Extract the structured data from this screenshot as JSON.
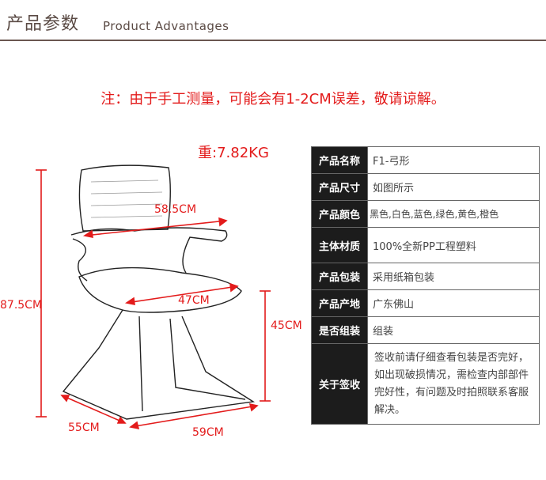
{
  "header": {
    "title_cn": "产品参数",
    "title_en": "Product Advantages"
  },
  "note": "注：由于手工测量，可能会有1-2CM误差，敬请谅解。",
  "weight": "重:7.82KG",
  "dimensions": {
    "width_arm": "58.5CM",
    "seat_width": "47CM",
    "total_height": "87.5CM",
    "seat_height": "45CM",
    "base_depth": "55CM",
    "base_width": "59CM"
  },
  "specs": [
    {
      "key": "产品名称",
      "value": "F1-弓形"
    },
    {
      "key": "产品尺寸",
      "value": "如图所示"
    },
    {
      "key": "产品颜色",
      "value": "黑色,白色,蓝色,绿色,黄色,橙色"
    },
    {
      "key": "主体材质",
      "value": "100%全新PP工程塑料"
    },
    {
      "key": "产品包装",
      "value": "采用纸箱包装"
    },
    {
      "key": "产品产地",
      "value": "广东佛山"
    },
    {
      "key": "是否组装",
      "value": "组装"
    },
    {
      "key": "关于签收",
      "value": "签收前请仔细查看包装是否完好，如出现破损情况，需检查内部部件完好性，有问题及时拍照联系客服解决。"
    }
  ]
}
